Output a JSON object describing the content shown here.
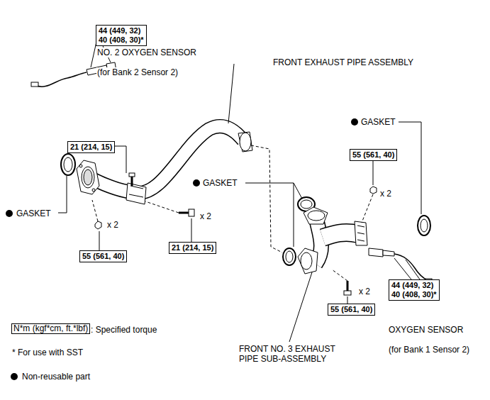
{
  "diagram": {
    "nodes": [
      {
        "text": [
          "44 (449, 32)",
          "40 (408, 30)*"
        ]
      },
      {
        "text": [
          "21 (214, 15)"
        ]
      },
      {
        "text": [
          "55 (561, 40)"
        ]
      },
      {
        "text": [
          "21 (214, 15)"
        ]
      },
      {
        "text": [
          "55 (561, 40)"
        ]
      },
      {
        "text": [
          "55 (561, 40)"
        ]
      },
      {
        "text": [
          "44 (449, 32)",
          "40 (408, 30)*"
        ]
      },
      {
        "text": [
          "N*m (kgf*cm, ft.*lbf)"
        ]
      }
    ],
    "edges": [],
    "labels": [
      "NO. 2 OXYGEN SENSOR",
      "(for Bank 2 Sensor 2)",
      "FRONT EXHAUST PIPE ASSEMBLY",
      "GASKET",
      "x 2",
      "GASKET",
      "GASKET",
      "x 2",
      "x 2",
      "x 2",
      "OXYGEN SENSOR",
      "(for Bank 1 Sensor 2)",
      "FRONT NO. 3 EXHAUST PIPE SUB-ASSEMBLY",
      ": Specified torque",
      "* For use with SST"
    ],
    "legend": [
      {
        "text": "Non-reusable part"
      }
    ]
  }
}
